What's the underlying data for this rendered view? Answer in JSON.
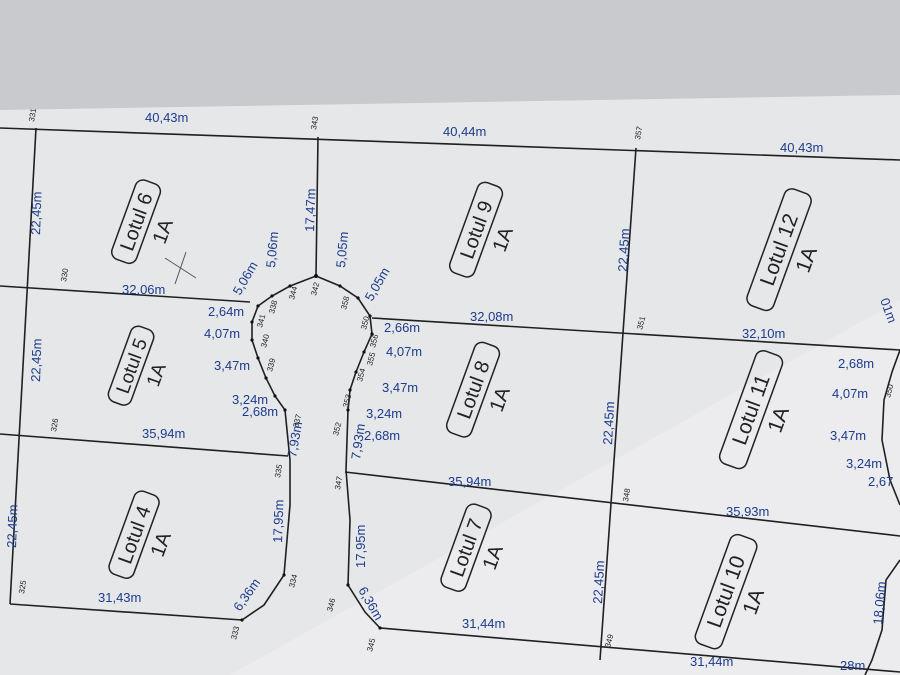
{
  "lots": [
    {
      "name": "Lotul 6",
      "zone": "1A"
    },
    {
      "name": "Lotul 9",
      "zone": "1A"
    },
    {
      "name": "Lotul 12",
      "zone": "1A"
    },
    {
      "name": "Lotul 5",
      "zone": "1A"
    },
    {
      "name": "Lotul 8",
      "zone": "1A"
    },
    {
      "name": "Lotul 11",
      "zone": "1A"
    },
    {
      "name": "Lotul 4",
      "zone": "1A"
    },
    {
      "name": "Lotul 7",
      "zone": "1A"
    },
    {
      "name": "Lotul 10",
      "zone": "1A"
    }
  ],
  "dimensions": [
    "40,43m",
    "40,44m",
    "40,43m",
    "22,45m",
    "17,47m",
    "22,45m",
    "32,06m",
    "32,08m",
    "32,10m",
    "22,45m",
    "22,45m",
    "35,94m",
    "35,94m",
    "35,93m",
    "22,45m",
    "22,45m",
    "31,43m",
    "31,44m",
    "31,44m",
    "17,95m",
    "17,95m",
    "6,36m",
    "6,36m",
    "7,93m",
    "7,93m",
    "2,68m",
    "2,68m",
    "3,24m",
    "3,24m",
    "3,47m",
    "3,47m",
    "4,07m",
    "4,07m",
    "2,64m",
    "2,66m",
    "5,06m",
    "5,05m",
    "5,06m",
    "5,05m",
    "2,68m",
    "4,07m",
    "3,47m",
    "3,24m",
    "2,67",
    "18,06m",
    "28m",
    "01m"
  ],
  "points": [
    "331",
    "343",
    "357",
    "330",
    "342",
    "344",
    "338",
    "341",
    "340",
    "339",
    "337",
    "358",
    "350",
    "356",
    "355",
    "354",
    "353",
    "352",
    "351",
    "326",
    "335",
    "347",
    "348",
    "325",
    "334",
    "333",
    "346",
    "345",
    "349",
    "350"
  ]
}
